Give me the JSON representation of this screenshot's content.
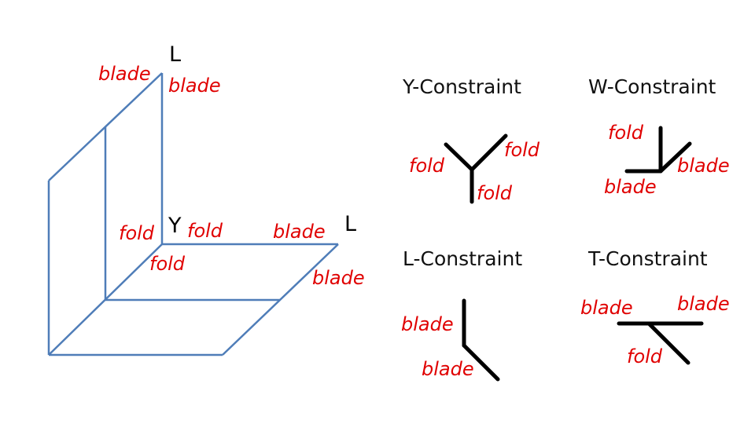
{
  "colors": {
    "label_red": "#e00000",
    "shape_blue": "#4f7db8",
    "stroke_black": "#000000"
  },
  "figure": {
    "vertex_top": "L",
    "vertex_center": "Y",
    "vertex_right": "L",
    "labels": {
      "top_left_blade": "blade",
      "top_right_blade": "blade",
      "center_left_fold": "fold",
      "center_right_fold": "fold",
      "center_bottom_fold": "fold",
      "right_top_blade": "blade",
      "right_bottom_blade": "blade"
    }
  },
  "constraints": {
    "y": {
      "title": "Y-Constraint",
      "labels": {
        "left": "fold",
        "right": "fold",
        "bottom": "fold"
      }
    },
    "w": {
      "title": "W-Constraint",
      "labels": {
        "top": "fold",
        "right": "blade",
        "bottom": "blade"
      }
    },
    "l": {
      "title": "L-Constraint",
      "labels": {
        "top": "blade",
        "bottom": "blade"
      }
    },
    "t": {
      "title": "T-Constraint",
      "labels": {
        "left": "blade",
        "right": "blade",
        "bottom": "fold"
      }
    }
  }
}
